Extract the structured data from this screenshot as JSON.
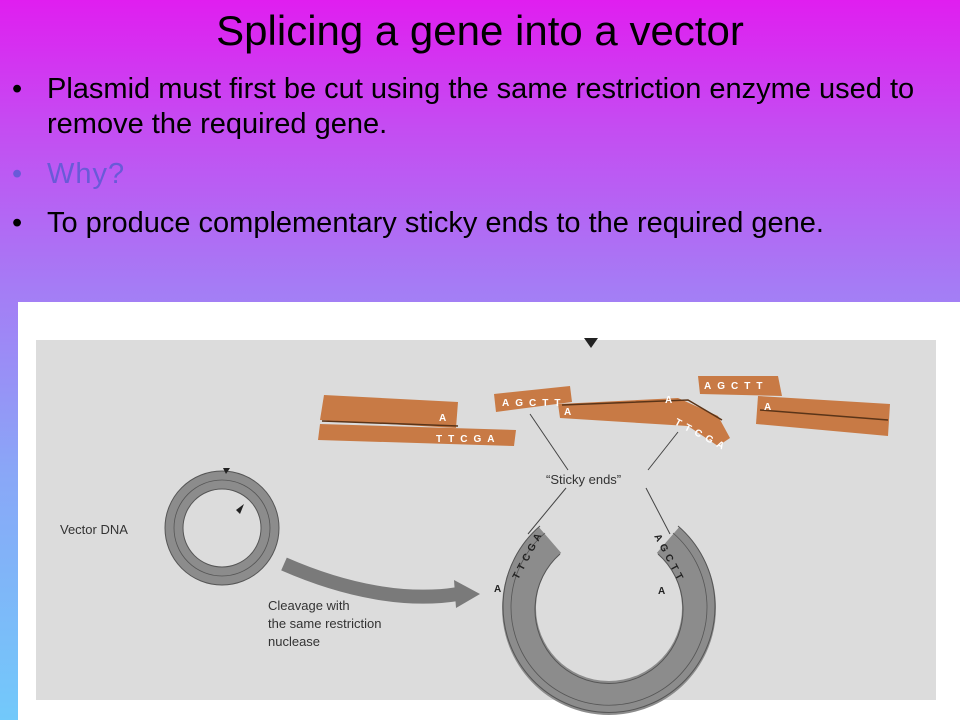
{
  "slide": {
    "title": "Splicing a gene into a vector",
    "bullets": [
      "Plasmid must first be cut using the same restriction enzyme used to remove the required gene.",
      "Why?",
      "To produce complementary sticky ends to the required gene."
    ],
    "bullet_symbol": "•"
  },
  "figure": {
    "labels": {
      "vector": "Vector DNA",
      "cleavage_1": "Cleavage with",
      "cleavage_2": "the same restriction",
      "cleavage_3": "nuclease",
      "sticky": "“Sticky ends”"
    },
    "bases": {
      "left_top": "A",
      "left_bottom": "TTCGA",
      "mid_top": "AGCTT",
      "mid_a1": "A",
      "mid_a2": "A",
      "mid_bottom": "TTCGA",
      "right_top": "AGCTT",
      "right_a": "A",
      "ring_left": "TTCGA",
      "ring_left_a": "A",
      "ring_right": "AGCTT",
      "ring_right_a": "A"
    },
    "colors": {
      "dna_fragment": "#c87a45",
      "plasmid_ring": "#8c8c8c",
      "panel_background": "#dcdcdc"
    }
  }
}
